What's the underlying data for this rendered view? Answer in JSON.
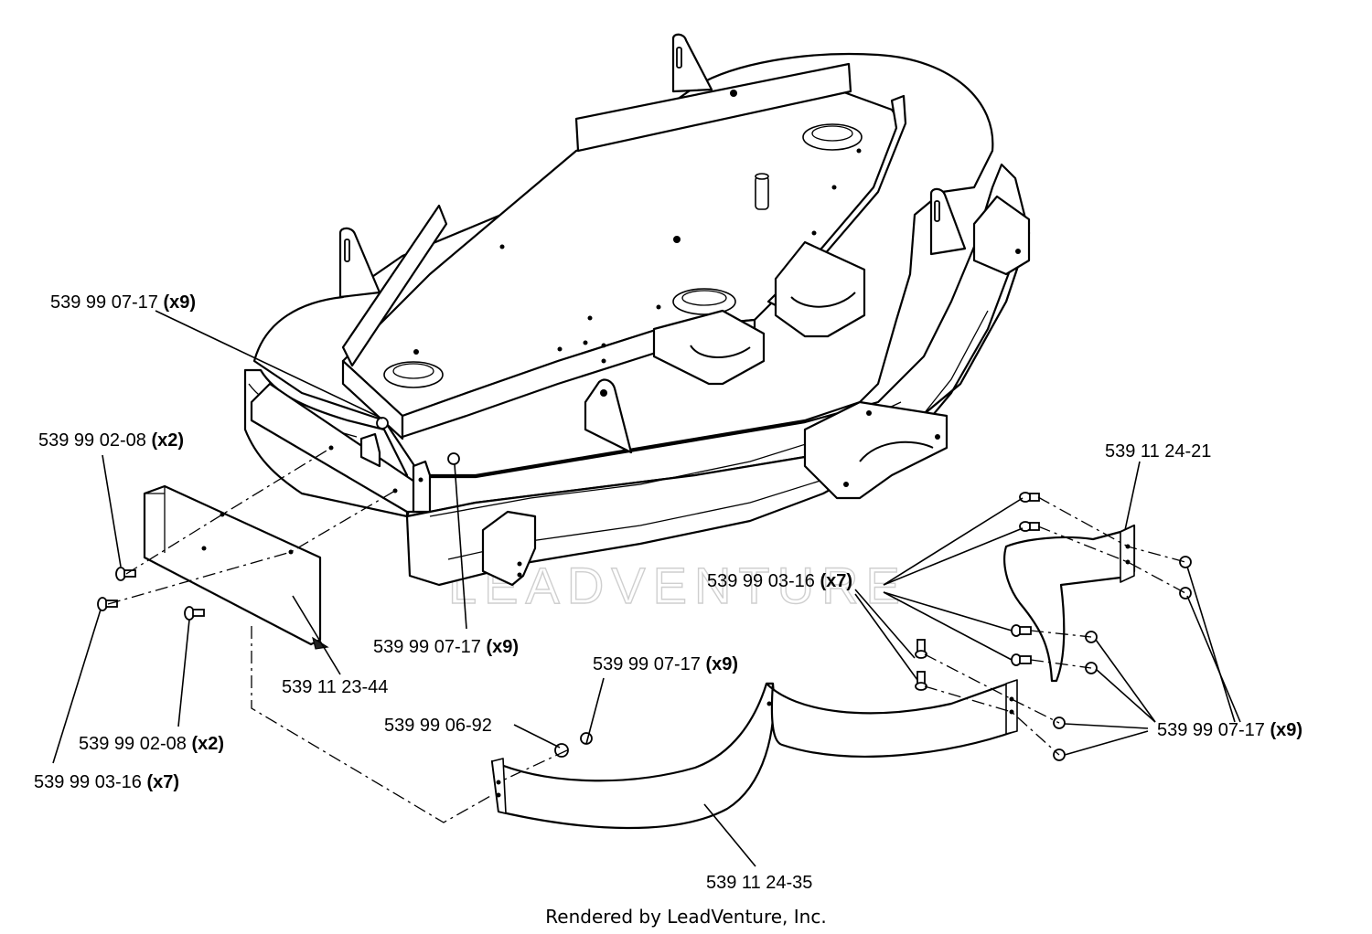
{
  "watermark": {
    "text": "LEADVENTURE"
  },
  "footer": {
    "credit": "Rendered by LeadVenture, Inc."
  },
  "callouts": [
    {
      "id": "c1",
      "part": "539  99 07-17",
      "qty": "(x9)"
    },
    {
      "id": "c2",
      "part": "539  99 02-08",
      "qty": "(x2)"
    },
    {
      "id": "c3",
      "part": "539  99 07-17",
      "qty": "(x9)"
    },
    {
      "id": "c4",
      "part": "539 11 23-44",
      "qty": ""
    },
    {
      "id": "c5",
      "part": "539  99 02-08",
      "qty": "(x2)"
    },
    {
      "id": "c6",
      "part": "539 99  03-16",
      "qty": "(x7)"
    },
    {
      "id": "c7",
      "part": "539  99 07-17",
      "qty": "(x9)"
    },
    {
      "id": "c8",
      "part": "539 99 06-92",
      "qty": ""
    },
    {
      "id": "c9",
      "part": "539 11 24-35",
      "qty": ""
    },
    {
      "id": "c10",
      "part": "539 99  03-16",
      "qty": "(x7)"
    },
    {
      "id": "c11",
      "part": "539 11 24-21",
      "qty": ""
    },
    {
      "id": "c12",
      "part": "539  99 07-17",
      "qty": "(x9)"
    }
  ]
}
